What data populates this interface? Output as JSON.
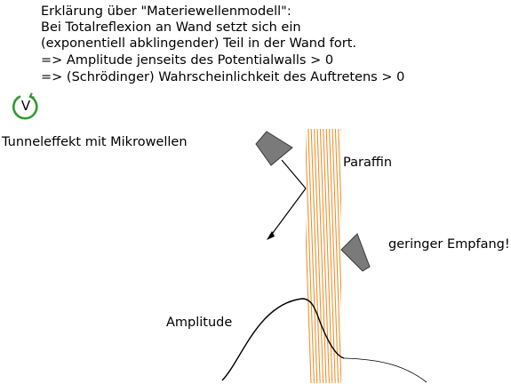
{
  "explanation": {
    "lines": [
      "Erklärung über \"Materiewellenmodell\":",
      "Bei Totalreflexion an Wand setzt sich ein",
      "(exponentiell abklingender) Teil in der Wand fort.",
      "=> Amplitude jenseits des Potentialwalls > 0",
      "=> (Schrödinger) Wahrscheinlichkeit des Auftretens > 0"
    ]
  },
  "badge": {
    "letter": "V",
    "color": "#2f9a2f"
  },
  "diagram": {
    "title": "Tunneleffekt mit Mikrowellen",
    "wall_label": "Paraffin",
    "receiver_label": "geringer Empfang!",
    "amplitude_label": "Amplitude",
    "colors": {
      "wall_hatch": "#f0922f",
      "horn": "#7a7a7a",
      "curve": "#000000"
    }
  }
}
